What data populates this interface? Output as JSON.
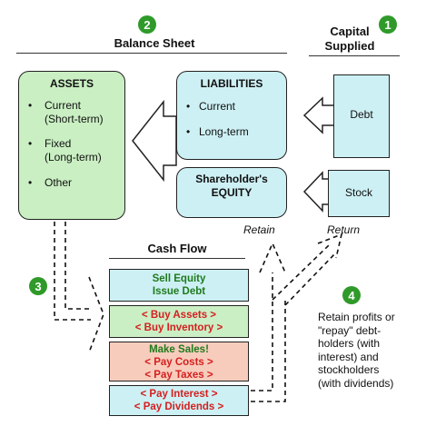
{
  "badges": [
    "1",
    "2",
    "3",
    "4"
  ],
  "balance_sheet": {
    "title": "Balance Sheet"
  },
  "capital": {
    "title_line1": "Capital",
    "title_line2": "Supplied",
    "debt": "Debt",
    "stock": "Stock"
  },
  "assets": {
    "title": "ASSETS",
    "items": [
      {
        "line1": "Current",
        "line2": "(Short-term)"
      },
      {
        "line1": "Fixed",
        "line2": "(Long-term)"
      },
      {
        "line1": "Other",
        "line2": ""
      }
    ]
  },
  "liabilities": {
    "title": "LIABILITIES",
    "items": [
      "Current",
      "Long-term"
    ]
  },
  "equity": {
    "line1": "Shareholder's",
    "line2": "EQUITY"
  },
  "labels": {
    "retain": "Retain",
    "return": "Return"
  },
  "cash_flow": {
    "title": "Cash Flow",
    "boxes": [
      {
        "lines": [
          "Sell Equity",
          "Issue Debt"
        ],
        "colors": [
          "#1f7a1c",
          "#1f7a1c"
        ],
        "bg": "#cdf0f4"
      },
      {
        "lines": [
          "< Buy Assets >",
          "< Buy Inventory >"
        ],
        "colors": [
          "#d42020",
          "#d42020"
        ],
        "bg": "#cbefc4"
      },
      {
        "lines": [
          "Make Sales!",
          "< Pay Costs >",
          "< Pay Taxes >"
        ],
        "colors": [
          "#1f7a1c",
          "#d42020",
          "#d42020"
        ],
        "bg": "#f8ccbc"
      },
      {
        "lines": [
          "< Pay Interest >",
          "< Pay Dividends >"
        ],
        "colors": [
          "#d42020",
          "#d42020"
        ],
        "bg": "#cdf0f4"
      }
    ]
  },
  "note": {
    "lines": [
      "Retain profits or",
      "\"repay\" debt-",
      "holders (with",
      "interest) and",
      "stockholders",
      "(with dividends)"
    ]
  },
  "colors": {
    "badge": "#2f9a2a",
    "assets_fill": "#c9efc2",
    "liab_fill": "#cdf0f4"
  }
}
